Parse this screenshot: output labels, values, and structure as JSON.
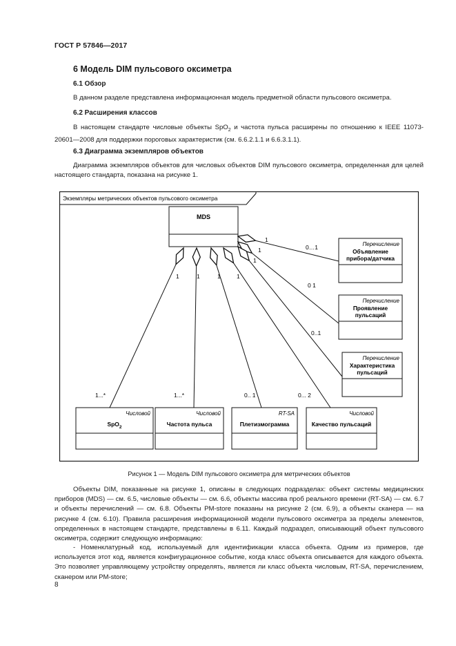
{
  "header": {
    "doc_id": "ГОСТ Р 57846—2017"
  },
  "section": {
    "title": "6 Модель DIM пульсового оксиметра"
  },
  "s61": {
    "title": "6.1 Обзор",
    "text": "В данном разделе представлена информационная модель предметной области пульсового оксиметра."
  },
  "s62": {
    "title": "6.2 Расширения классов",
    "text_a": "В настоящем стандарте числовые объекты SpO",
    "text_sub": "2",
    "text_b": " и частота пульса расширены по отношению к IEEE 11073-20601—2008 для поддержки пороговых характеристик (см. 6.6.2.1.1 и 6.6.3.1.1)."
  },
  "s63": {
    "title": "6.3 Диаграмма экземпляров объектов",
    "text": "Диаграмма экземпляров объектов для числовых объектов DIM пульсового оксиметра, определенная для целей настоящего стандарта, показана на рисунке 1."
  },
  "figure": {
    "frame_title": "Экземпляры метрических объектов пульсового оксиметра",
    "mds": "MDS",
    "enums": [
      {
        "stereotype": "Перечисление",
        "name_l1": "Объявление",
        "name_l2": "прибора/датчика",
        "mult_mds": "1",
        "mult_obj": "0…1"
      },
      {
        "stereotype": "Перечисление",
        "name_l1": "Проявление",
        "name_l2": "пульсаций",
        "mult_mds": "1",
        "mult_obj": "0 1"
      },
      {
        "stereotype": "Перечисление",
        "name_l1": "Характеристика",
        "name_l2": "пульсаций",
        "mult_mds": "1",
        "mult_obj": "0..1"
      }
    ],
    "bottoms": [
      {
        "stereotype": "Числовой",
        "name": "SpO",
        "sub": "2",
        "mult_mds": "1",
        "mult_obj": "1...*"
      },
      {
        "stereotype": "Числовой",
        "name": "Частота пульса",
        "sub": "",
        "mult_mds": "1",
        "mult_obj": "1...*"
      },
      {
        "stereotype": "RT-SA",
        "name": "Плетизмограмма",
        "sub": "",
        "mult_mds": "1",
        "mult_obj": "0.. 1"
      },
      {
        "stereotype": "Числовой",
        "name": "Качество пульсаций",
        "sub": "",
        "mult_mds": "1",
        "mult_obj": "0... 2"
      }
    ]
  },
  "caption": "Рисунок 1 — Модель DIM пульсового оксиметра для метрических объектов",
  "body": {
    "p1": "Объекты DIM, показанные на рисунке 1, описаны в следующих подразделах: объект системы медицинских приборов (MDS) — см. 6.5, числовые объекты — см. 6.6, объекты массива проб реального времени (RT-SA) — см. 6.7 и объекты перечислений — см. 6.8. Объекты PM-store показаны на рисунке 2 (см. 6.9), а объекты сканера — на рисунке 4 (см. 6.10). Правила расширения информационной модели пульсового оксиметра за пределы элементов, определенных в настоящем стандарте, представлены в 6.11. Каждый подраздел, описывающий объект пульсового оксиметра, содержит следующую информацию:",
    "p2": "- Номенклатурный код, используемый для идентификации класса объекта. Одним из примеров, где используется этот код, является конфигурационное событие, когда класс объекта описывается для каждого объекта. Это позволяет управляющему устройству определять, является ли класс объекта числовым, RT-SA, перечислением, сканером или PM-store;"
  },
  "page_number": "8"
}
